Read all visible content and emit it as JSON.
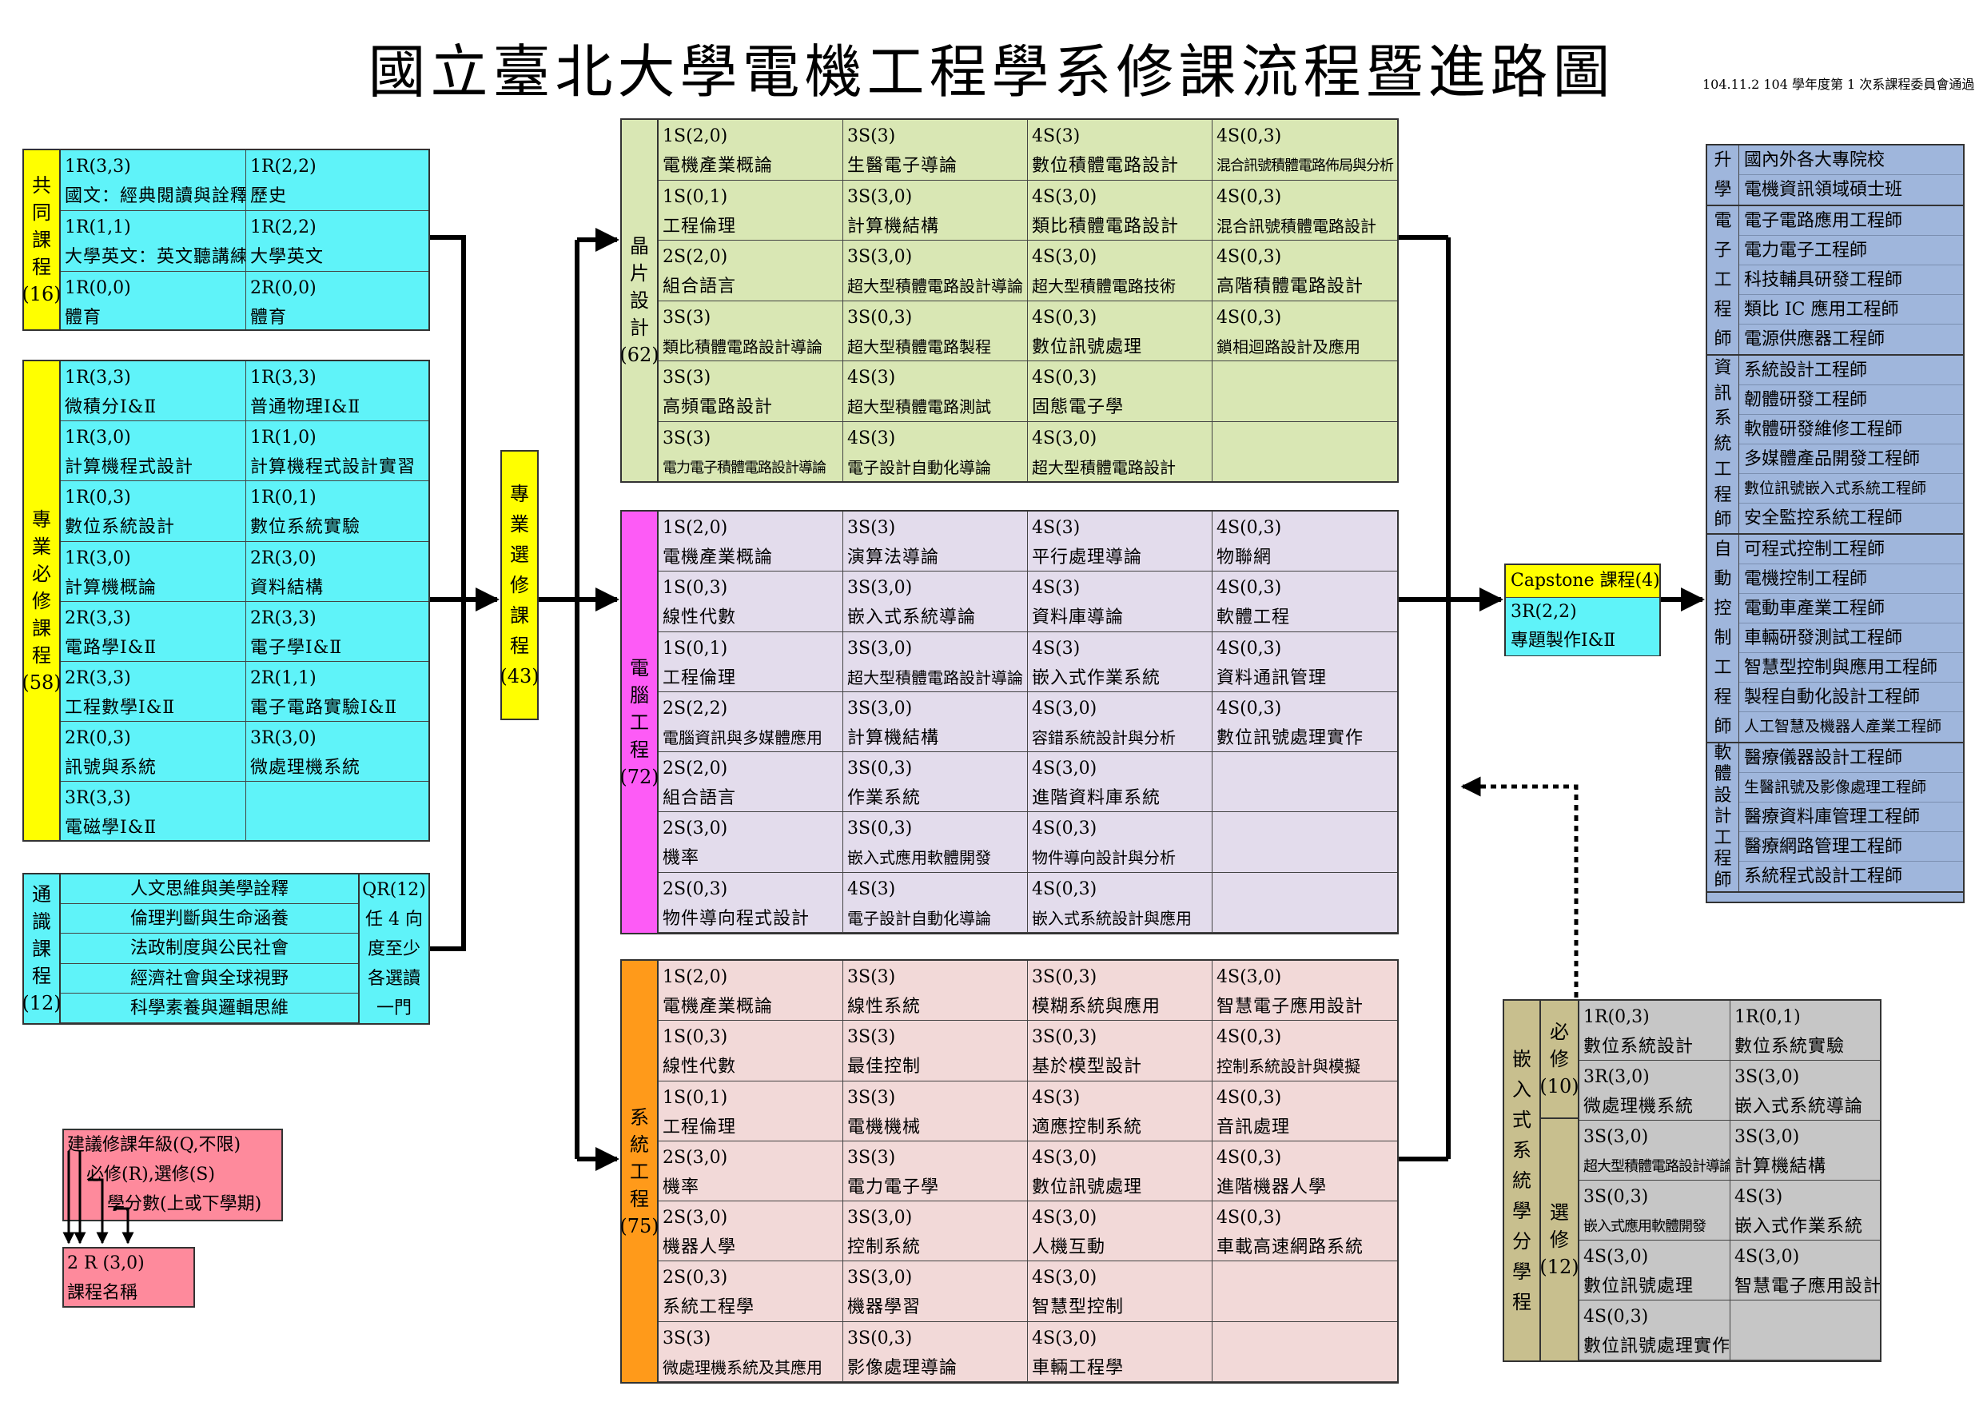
{
  "title": "國立臺北大學電機工程學系修課流程暨進路圖",
  "note": "104.11.2 104 學年度第 1 次系課程委員會通過",
  "colors": {
    "yellow": "#ffff00",
    "cyan": "#5ff3f9",
    "green": "#d9e7b4",
    "purple": "#e3dcec",
    "pink": "#f2d9d8",
    "magenta": "#fd5bf6",
    "orange": "#ff9a1a",
    "blue": "#9fb6dc",
    "gray": "#c6c6c6",
    "khaki": "#c8bf8e",
    "red": "#fe8a9c"
  },
  "common": {
    "label": [
      "共",
      "同",
      "課",
      "程",
      "(16)"
    ],
    "cells": [
      {
        "code": "1R(3,3)",
        "name": "國文：經典閱讀與詮釋"
      },
      {
        "code": "1R(2,2)",
        "name": "歷史"
      },
      {
        "code": "1R(1,1)",
        "name": "大學英文：英文聽講練習"
      },
      {
        "code": "1R(2,2)",
        "name": "大學英文"
      },
      {
        "code": "1R(0,0)",
        "name": "體育"
      },
      {
        "code": "2R(0,0)",
        "name": "體育"
      }
    ]
  },
  "required": {
    "label": [
      "專",
      "業",
      "必",
      "修",
      "課",
      "程",
      "(58)"
    ],
    "cells": [
      {
        "code": "1R(3,3)",
        "name": "微積分Ⅰ&Ⅱ"
      },
      {
        "code": "1R(3,3)",
        "name": "普通物理Ⅰ&Ⅱ"
      },
      {
        "code": "1R(3,0)",
        "name": "計算機程式設計"
      },
      {
        "code": "1R(1,0)",
        "name": "計算機程式設計實習"
      },
      {
        "code": "1R(0,3)",
        "name": "數位系統設計"
      },
      {
        "code": "1R(0,1)",
        "name": "數位系統實驗"
      },
      {
        "code": "1R(3,0)",
        "name": "計算機概論"
      },
      {
        "code": "2R(3,0)",
        "name": "資料結構"
      },
      {
        "code": "2R(3,3)",
        "name": "電路學Ⅰ&Ⅱ"
      },
      {
        "code": "2R(3,3)",
        "name": "電子學Ⅰ&Ⅱ"
      },
      {
        "code": "2R(3,3)",
        "name": "工程數學Ⅰ&Ⅱ"
      },
      {
        "code": "2R(1,1)",
        "name": "電子電路實驗Ⅰ&Ⅱ"
      },
      {
        "code": "2R(0,3)",
        "name": "訊號與系統"
      },
      {
        "code": "3R(3,0)",
        "name": "微處理機系統"
      },
      {
        "code": "3R(3,3)",
        "name": "電磁學Ⅰ&Ⅱ"
      }
    ]
  },
  "general": {
    "label": [
      "通",
      "識",
      "課",
      "程",
      "(12)"
    ],
    "items": [
      "人文思維與美學詮釋",
      "倫理判斷與生命涵養",
      "法政制度與公民社會",
      "經濟社會與全球視野",
      "科學素養與邏輯思維"
    ],
    "qr": [
      "QR(12)",
      "任 4 向",
      "度至少",
      "各選讀",
      "一門"
    ]
  },
  "elective": {
    "label": [
      "專",
      "業",
      "選",
      "修",
      "課",
      "程",
      "(43)"
    ]
  },
  "chip": {
    "label": [
      "晶",
      "片",
      "設",
      "計",
      "(62)"
    ],
    "cells": [
      {
        "code": "1S(2,0)",
        "name": "電機產業概論"
      },
      {
        "code": "3S(3)",
        "name": "生醫電子導論"
      },
      {
        "code": "4S(3)",
        "name": "數位積體電路設計"
      },
      {
        "code": "4S(0,3)",
        "name": "混合訊號積體電路佈局與分析",
        "size": "xs"
      },
      {
        "code": "1S(0,1)",
        "name": "工程倫理"
      },
      {
        "code": "3S(3,0)",
        "name": "計算機結構"
      },
      {
        "code": "4S(3,0)",
        "name": "類比積體電路設計"
      },
      {
        "code": "4S(0,3)",
        "name": "混合訊號積體電路設計",
        "size": "sm"
      },
      {
        "code": "2S(2,0)",
        "name": "組合語言"
      },
      {
        "code": "3S(3,0)",
        "name": "超大型積體電路設計導論",
        "size": "sm"
      },
      {
        "code": "4S(3,0)",
        "name": "超大型積體電路技術",
        "size": "sm"
      },
      {
        "code": "4S(0,3)",
        "name": "高階積體電路設計"
      },
      {
        "code": "3S(3)",
        "name": "類比積體電路設計導論",
        "size": "sm"
      },
      {
        "code": "3S(0,3)",
        "name": "超大型積體電路製程",
        "size": "sm"
      },
      {
        "code": "4S(0,3)",
        "name": "數位訊號處理"
      },
      {
        "code": "4S(0,3)",
        "name": "鎖相迴路設計及應用",
        "size": "sm"
      },
      {
        "code": "3S(3)",
        "name": "高頻電路設計"
      },
      {
        "code": "4S(3)",
        "name": "超大型積體電路測試",
        "size": "sm"
      },
      {
        "code": "4S(0,3)",
        "name": "固態電子學"
      },
      {
        "code": "",
        "name": ""
      },
      {
        "code": "3S(3)",
        "name": "電力電子積體電路設計導論",
        "size": "xs"
      },
      {
        "code": "4S(3)",
        "name": "電子設計自動化導論",
        "size": "sm"
      },
      {
        "code": "4S(3,0)",
        "name": "超大型積體電路設計",
        "size": "sm"
      },
      {
        "code": "",
        "name": ""
      }
    ]
  },
  "computer": {
    "label": [
      "電",
      "腦",
      "工",
      "程",
      "(72)"
    ],
    "cells": [
      {
        "code": "1S(2,0)",
        "name": "電機產業概論"
      },
      {
        "code": "3S(3)",
        "name": "演算法導論"
      },
      {
        "code": "4S(3)",
        "name": "平行處理導論"
      },
      {
        "code": "4S(0,3)",
        "name": "物聯網"
      },
      {
        "code": "1S(0,3)",
        "name": "線性代數"
      },
      {
        "code": "3S(3,0)",
        "name": "嵌入式系統導論"
      },
      {
        "code": "4S(3)",
        "name": "資料庫導論"
      },
      {
        "code": "4S(0,3)",
        "name": "軟體工程"
      },
      {
        "code": "1S(0,1)",
        "name": "工程倫理"
      },
      {
        "code": "3S(3,0)",
        "name": "超大型積體電路設計導論",
        "size": "sm"
      },
      {
        "code": "4S(3)",
        "name": "嵌入式作業系統"
      },
      {
        "code": "4S(0,3)",
        "name": "資料通訊管理"
      },
      {
        "code": "2S(2,2)",
        "name": "電腦資訊與多媒體應用",
        "size": "sm"
      },
      {
        "code": "3S(3,0)",
        "name": "計算機結構"
      },
      {
        "code": "4S(3,0)",
        "name": "容錯系統設計與分析",
        "size": "sm"
      },
      {
        "code": "4S(0,3)",
        "name": "數位訊號處理實作"
      },
      {
        "code": "2S(2,0)",
        "name": "組合語言"
      },
      {
        "code": "3S(0,3)",
        "name": "作業系統"
      },
      {
        "code": "4S(3,0)",
        "name": "進階資料庫系統"
      },
      {
        "code": "",
        "name": ""
      },
      {
        "code": "2S(3,0)",
        "name": "機率"
      },
      {
        "code": "3S(0,3)",
        "name": "嵌入式應用軟體開發",
        "size": "sm"
      },
      {
        "code": "4S(0,3)",
        "name": "物件導向設計與分析",
        "size": "sm"
      },
      {
        "code": "",
        "name": ""
      },
      {
        "code": "2S(0,3)",
        "name": "物件導向程式設計"
      },
      {
        "code": "4S(3)",
        "name": "電子設計自動化導論",
        "size": "sm"
      },
      {
        "code": "4S(0,3)",
        "name": "嵌入式系統設計與應用",
        "size": "sm"
      },
      {
        "code": "",
        "name": ""
      }
    ]
  },
  "system": {
    "label": [
      "系",
      "統",
      "工",
      "程",
      "(75)"
    ],
    "cells": [
      {
        "code": "1S(2,0)",
        "name": "電機產業概論"
      },
      {
        "code": "3S(3)",
        "name": "線性系統"
      },
      {
        "code": "3S(0,3)",
        "name": "模糊系統與應用"
      },
      {
        "code": "4S(3,0)",
        "name": "智慧電子應用設計"
      },
      {
        "code": "1S(0,3)",
        "name": "線性代數"
      },
      {
        "code": "3S(3)",
        "name": "最佳控制"
      },
      {
        "code": "3S(0,3)",
        "name": "基於模型設計"
      },
      {
        "code": "4S(0,3)",
        "name": "控制系統設計與模擬",
        "size": "sm"
      },
      {
        "code": "1S(0,1)",
        "name": "工程倫理"
      },
      {
        "code": "3S(3)",
        "name": "電機機械"
      },
      {
        "code": "4S(3)",
        "name": "適應控制系統"
      },
      {
        "code": "4S(0,3)",
        "name": "音訊處理"
      },
      {
        "code": "2S(3,0)",
        "name": "機率"
      },
      {
        "code": "3S(3)",
        "name": "電力電子學"
      },
      {
        "code": "4S(3,0)",
        "name": "數位訊號處理"
      },
      {
        "code": "4S(0,3)",
        "name": "進階機器人學"
      },
      {
        "code": "2S(3,0)",
        "name": "機器人學"
      },
      {
        "code": "3S(3,0)",
        "name": "控制系統"
      },
      {
        "code": "4S(3,0)",
        "name": "人機互動"
      },
      {
        "code": "4S(0,3)",
        "name": "車載高速網路系統"
      },
      {
        "code": "2S(0,3)",
        "name": "系統工程學"
      },
      {
        "code": "3S(3,0)",
        "name": "機器學習"
      },
      {
        "code": "4S(3,0)",
        "name": "智慧型控制"
      },
      {
        "code": "",
        "name": ""
      },
      {
        "code": "3S(3)",
        "name": "微處理機系統及其應用",
        "size": "sm"
      },
      {
        "code": "3S(0,3)",
        "name": "影像處理導論"
      },
      {
        "code": "4S(3,0)",
        "name": "車輛工程學"
      },
      {
        "code": "",
        "name": ""
      }
    ]
  },
  "capstone": {
    "title": "Capstone 課程(4)",
    "code": "3R(2,2)",
    "name": "專題製作Ⅰ&Ⅱ"
  },
  "careers": [
    {
      "label": [
        "升",
        "學"
      ],
      "items": [
        "國內外各大專院校",
        "電機資訊領域碩士班"
      ]
    },
    {
      "label": [
        "電",
        "子",
        "工",
        "程",
        "師"
      ],
      "items": [
        "電子電路應用工程師",
        "電力電子工程師",
        "科技輔具研發工程師",
        "類比 IC 應用工程師",
        "電源供應器工程師"
      ]
    },
    {
      "label": [
        "資",
        "訊",
        "系",
        "統",
        "工",
        "程",
        "師"
      ],
      "items": [
        "系統設計工程師",
        "韌體研發工程師",
        "軟體研發維修工程師",
        "多媒體產品開發工程師",
        "數位訊號嵌入式系統工程師",
        "安全監控系統工程師"
      ]
    },
    {
      "label": [
        "自",
        "動",
        "控",
        "制",
        "工",
        "程",
        "師"
      ],
      "items": [
        "可程式控制工程師",
        "電機控制工程師",
        "電動車產業工程師",
        "車輛研發測試工程師",
        "智慧型控制與應用工程師",
        "製程自動化設計工程師",
        "人工智慧及機器人產業工程師"
      ]
    },
    {
      "label": [
        "軟",
        "體",
        "設",
        "計",
        "工",
        "程",
        "師"
      ],
      "items": [
        "醫療儀器設計工程師",
        "生醫訊號及影像處理工程師",
        "醫療資料庫管理工程師",
        "醫療網路管理工程師",
        "系統程式設計工程師"
      ]
    }
  ],
  "embedded": {
    "label": [
      "嵌",
      "入",
      "式",
      "系",
      "統",
      "學",
      "分",
      "學",
      "程"
    ],
    "req_label": [
      "必",
      "修",
      "(10)"
    ],
    "ele_label": [
      "選",
      "修",
      "(12)"
    ],
    "cells": [
      {
        "code": "1R(0,3)",
        "name": "數位系統設計"
      },
      {
        "code": "1R(0,1)",
        "name": "數位系統實驗"
      },
      {
        "code": "3R(3,0)",
        "name": "微處理機系統"
      },
      {
        "code": "3S(3,0)",
        "name": "嵌入式系統導論"
      },
      {
        "code": "3S(3,0)",
        "name": "超大型積體電路設計導論",
        "size": "xs"
      },
      {
        "code": "3S(3,0)",
        "name": "計算機結構"
      },
      {
        "code": "3S(0,3)",
        "name": "嵌入式應用軟體開發",
        "size": "xs"
      },
      {
        "code": "4S(3)",
        "name": "嵌入式作業系統"
      },
      {
        "code": "4S(3,0)",
        "name": "數位訊號處理"
      },
      {
        "code": "4S(3,0)",
        "name": "智慧電子應用設計"
      },
      {
        "code": "4S(0,3)",
        "name": "數位訊號處理實作"
      },
      {
        "code": "",
        "name": ""
      }
    ]
  },
  "legend": {
    "lines": [
      "建議修課年級(Q,不限)",
      "必修(R),選修(S)",
      "學分數(上或下學期)"
    ],
    "example_code": "2 R (3,0)",
    "example_name": "課程名稱"
  }
}
